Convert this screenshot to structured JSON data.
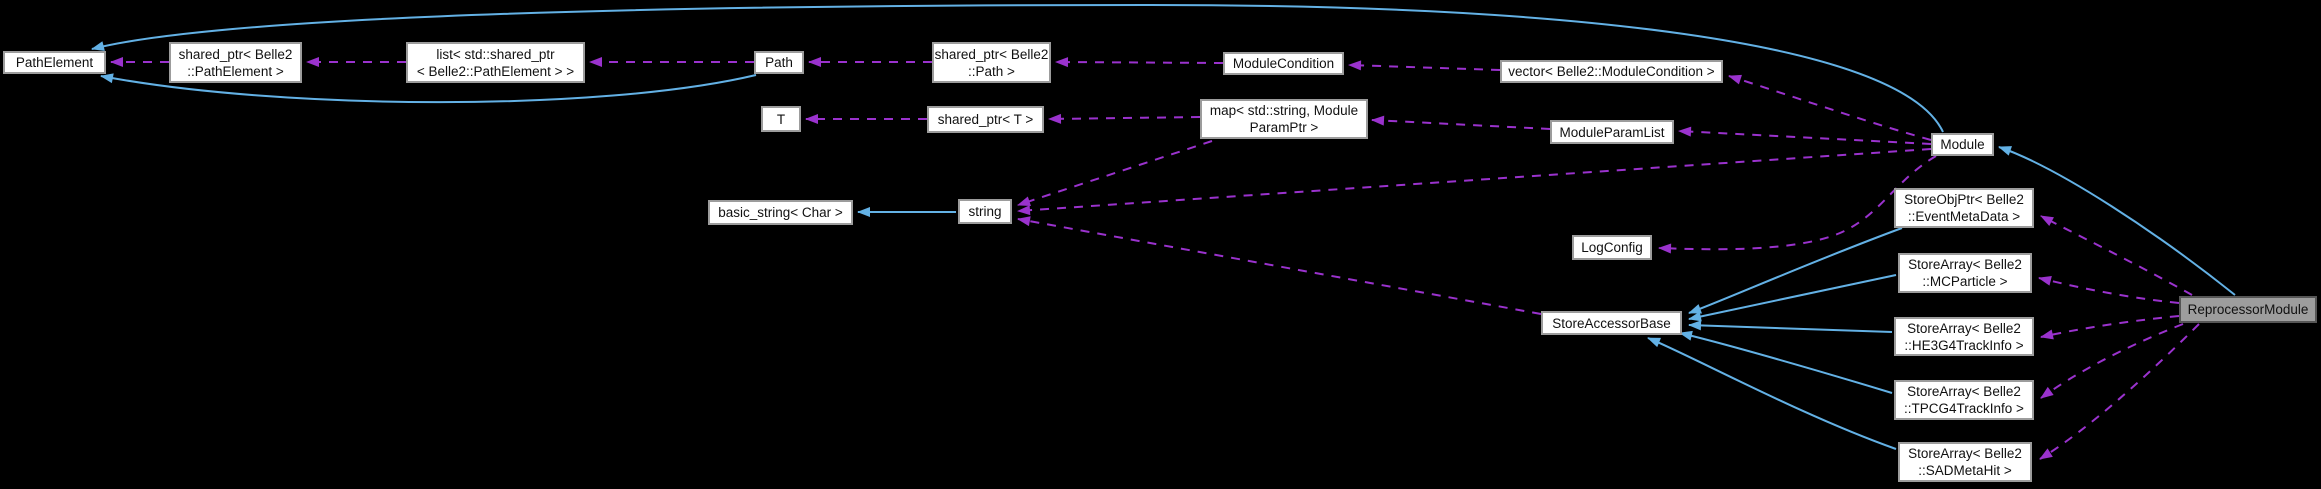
{
  "diagram": {
    "title": "ReprocessorModule collaboration diagram",
    "colors": {
      "background": "#000000",
      "inheritance_edge": "#63b1e5",
      "usage_edge": "#9a32cd",
      "node_fill": "#ffffff",
      "node_border": "#9c9c9c",
      "highlight_node_fill": "#9d9d9d",
      "highlight_node_border": "#565656",
      "text": "#111111"
    },
    "nodes": [
      {
        "id": "pathelement",
        "line1": "PathElement",
        "line2": ""
      },
      {
        "id": "shared-ptr-pathelement",
        "line1": "shared_ptr< Belle2",
        "line2": "::PathElement >"
      },
      {
        "id": "list-shared-ptr",
        "line1": "list< std::shared_ptr",
        "line2": "< Belle2::PathElement > >"
      },
      {
        "id": "path",
        "line1": "Path",
        "line2": ""
      },
      {
        "id": "shared-ptr-path",
        "line1": "shared_ptr< Belle2",
        "line2": "::Path >"
      },
      {
        "id": "modulecondition",
        "line1": "ModuleCondition",
        "line2": ""
      },
      {
        "id": "vector-modulecondition",
        "line1": "vector< Belle2::ModuleCondition >",
        "line2": ""
      },
      {
        "id": "t",
        "line1": "T",
        "line2": ""
      },
      {
        "id": "shared-ptr-t",
        "line1": "shared_ptr< T >",
        "line2": ""
      },
      {
        "id": "map-moduleparamptr",
        "line1": "map< std::string, Module",
        "line2": "ParamPtr >"
      },
      {
        "id": "moduleparamlist",
        "line1": "ModuleParamList",
        "line2": ""
      },
      {
        "id": "module",
        "line1": "Module",
        "line2": ""
      },
      {
        "id": "basic-string",
        "line1": "basic_string< Char >",
        "line2": ""
      },
      {
        "id": "string",
        "line1": "string",
        "line2": ""
      },
      {
        "id": "logconfig",
        "line1": "LogConfig",
        "line2": ""
      },
      {
        "id": "storeaccessorbase",
        "line1": "StoreAccessorBase",
        "line2": ""
      },
      {
        "id": "storeobjptr-eventmetadata",
        "line1": "StoreObjPtr< Belle2",
        "line2": "::EventMetaData >"
      },
      {
        "id": "storearray-mcparticle",
        "line1": "StoreArray< Belle2",
        "line2": "::MCParticle >"
      },
      {
        "id": "storearray-he3g4trackinfo",
        "line1": "StoreArray< Belle2",
        "line2": "::HE3G4TrackInfo >"
      },
      {
        "id": "storearray-tpcg4trackinfo",
        "line1": "StoreArray< Belle2",
        "line2": "::TPCG4TrackInfo >"
      },
      {
        "id": "storearray-sadmetahit",
        "line1": "StoreArray< Belle2",
        "line2": "::SADMetaHit >"
      },
      {
        "id": "reprocessormodule",
        "line1": "ReprocessorModule",
        "line2": ""
      }
    ],
    "edges": [
      {
        "from": "Module",
        "to": "PathElement",
        "relation": "inheritance"
      },
      {
        "from": "Path",
        "to": "PathElement",
        "relation": "inheritance"
      },
      {
        "from": "string",
        "to": "basic_string< Char >",
        "relation": "inheritance"
      },
      {
        "from": "ReprocessorModule",
        "to": "Module",
        "relation": "inheritance"
      },
      {
        "from": "StoreObjPtr< Belle2::EventMetaData >",
        "to": "StoreAccessorBase",
        "relation": "inheritance"
      },
      {
        "from": "StoreArray< Belle2::MCParticle >",
        "to": "StoreAccessorBase",
        "relation": "inheritance"
      },
      {
        "from": "StoreArray< Belle2::HE3G4TrackInfo >",
        "to": "StoreAccessorBase",
        "relation": "inheritance"
      },
      {
        "from": "StoreArray< Belle2::TPCG4TrackInfo >",
        "to": "StoreAccessorBase",
        "relation": "inheritance"
      },
      {
        "from": "StoreArray< Belle2::SADMetaHit >",
        "to": "StoreAccessorBase",
        "relation": "inheritance"
      },
      {
        "from": "shared_ptr< Belle2::PathElement >",
        "to": "PathElement",
        "relation": "usage"
      },
      {
        "from": "list< std::shared_ptr< Belle2::PathElement > >",
        "to": "shared_ptr< Belle2::PathElement >",
        "relation": "usage"
      },
      {
        "from": "Path",
        "to": "list< std::shared_ptr< Belle2::PathElement > >",
        "relation": "usage"
      },
      {
        "from": "shared_ptr< Belle2::Path >",
        "to": "Path",
        "relation": "usage"
      },
      {
        "from": "ModuleCondition",
        "to": "shared_ptr< Belle2::Path >",
        "relation": "usage"
      },
      {
        "from": "vector< Belle2::ModuleCondition >",
        "to": "ModuleCondition",
        "relation": "usage"
      },
      {
        "from": "Module",
        "to": "vector< Belle2::ModuleCondition >",
        "relation": "usage"
      },
      {
        "from": "shared_ptr< T >",
        "to": "T",
        "relation": "usage"
      },
      {
        "from": "map< std::string, ModuleParamPtr >",
        "to": "shared_ptr< T >",
        "relation": "usage"
      },
      {
        "from": "ModuleParamList",
        "to": "map< std::string, ModuleParamPtr >",
        "relation": "usage"
      },
      {
        "from": "Module",
        "to": "ModuleParamList",
        "relation": "usage"
      },
      {
        "from": "map< std::string, ModuleParamPtr >",
        "to": "string",
        "relation": "usage"
      },
      {
        "from": "Module",
        "to": "string",
        "relation": "usage"
      },
      {
        "from": "StoreAccessorBase",
        "to": "string",
        "relation": "usage"
      },
      {
        "from": "Module",
        "to": "LogConfig",
        "relation": "usage"
      },
      {
        "from": "ReprocessorModule",
        "to": "StoreObjPtr< Belle2::EventMetaData >",
        "relation": "usage"
      },
      {
        "from": "ReprocessorModule",
        "to": "StoreArray< Belle2::MCParticle >",
        "relation": "usage"
      },
      {
        "from": "ReprocessorModule",
        "to": "StoreArray< Belle2::HE3G4TrackInfo >",
        "relation": "usage"
      },
      {
        "from": "ReprocessorModule",
        "to": "StoreArray< Belle2::TPCG4TrackInfo >",
        "relation": "usage"
      },
      {
        "from": "ReprocessorModule",
        "to": "StoreArray< Belle2::SADMetaHit >",
        "relation": "usage"
      }
    ]
  }
}
